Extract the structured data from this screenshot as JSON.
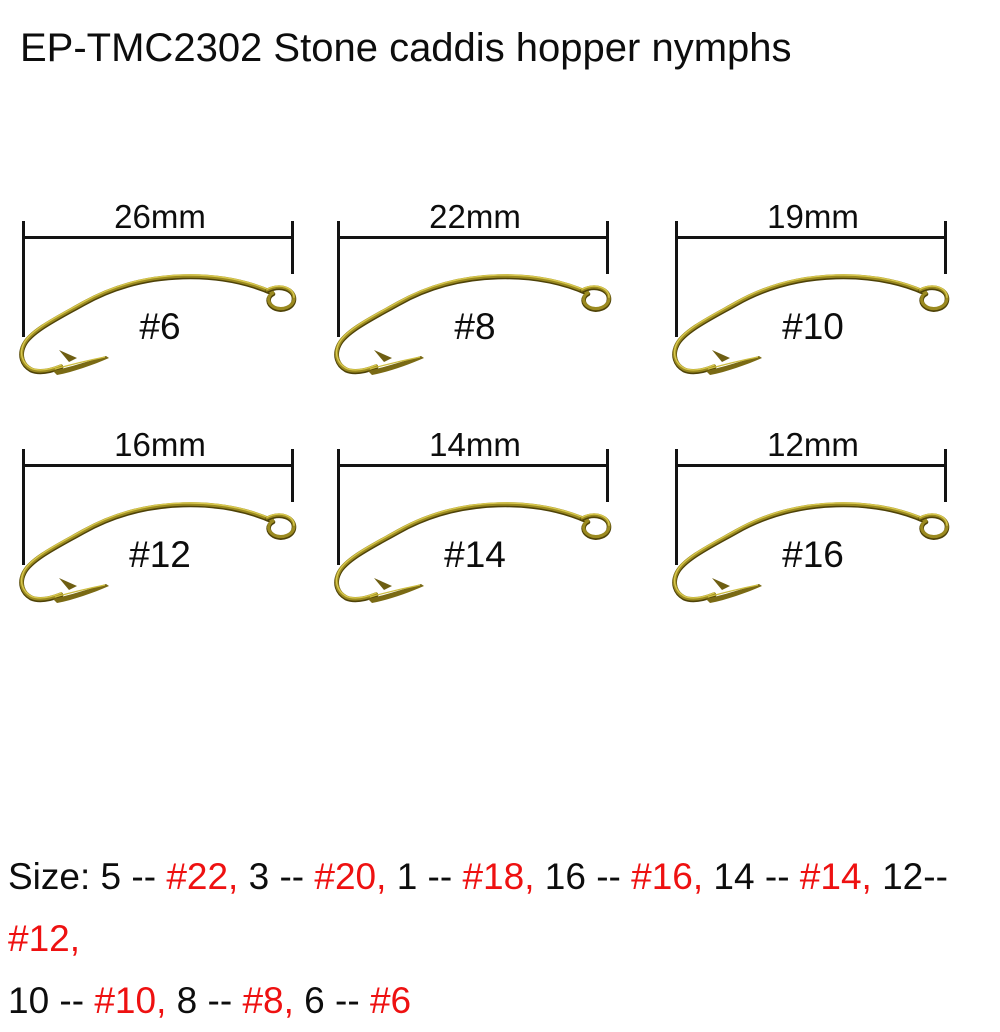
{
  "title": "EP-TMC2302 Stone caddis hopper nymphs",
  "colors": {
    "background": "#ffffff",
    "text": "#0d0d0d",
    "accent_red": "#ee1111",
    "dimension_line": "#131313",
    "hook_dark": "#4e4208",
    "hook_mid": "#9b8a20",
    "hook_highlight": "#d8c84e"
  },
  "hooks": [
    {
      "length_label": "26mm",
      "size": "#6"
    },
    {
      "length_label": "22mm",
      "size": "#8"
    },
    {
      "length_label": "19mm",
      "size": "#10"
    },
    {
      "length_label": "16mm",
      "size": "#12"
    },
    {
      "length_label": "14mm",
      "size": "#14"
    },
    {
      "length_label": "12mm",
      "size": "#16"
    }
  ],
  "size_note": {
    "line1": [
      {
        "text": "Size: 5 -- "
      },
      {
        "text": "#22,"
      },
      {
        "text": " 3 -- "
      },
      {
        "text": "#20,"
      },
      {
        "text": " 1 -- "
      },
      {
        "text": "#18,"
      },
      {
        "text": " 16 -- "
      },
      {
        "text": "#16,"
      },
      {
        "text": " 14 -- "
      },
      {
        "text": "#14,"
      },
      {
        "text": " 12-- "
      },
      {
        "text": "#12,"
      }
    ],
    "line2": [
      {
        "text": "10 -- "
      },
      {
        "text": "#10,"
      },
      {
        "text": " 8 -- "
      },
      {
        "text": "#8,"
      },
      {
        "text": " 6 -- "
      },
      {
        "text": "#6"
      }
    ]
  }
}
